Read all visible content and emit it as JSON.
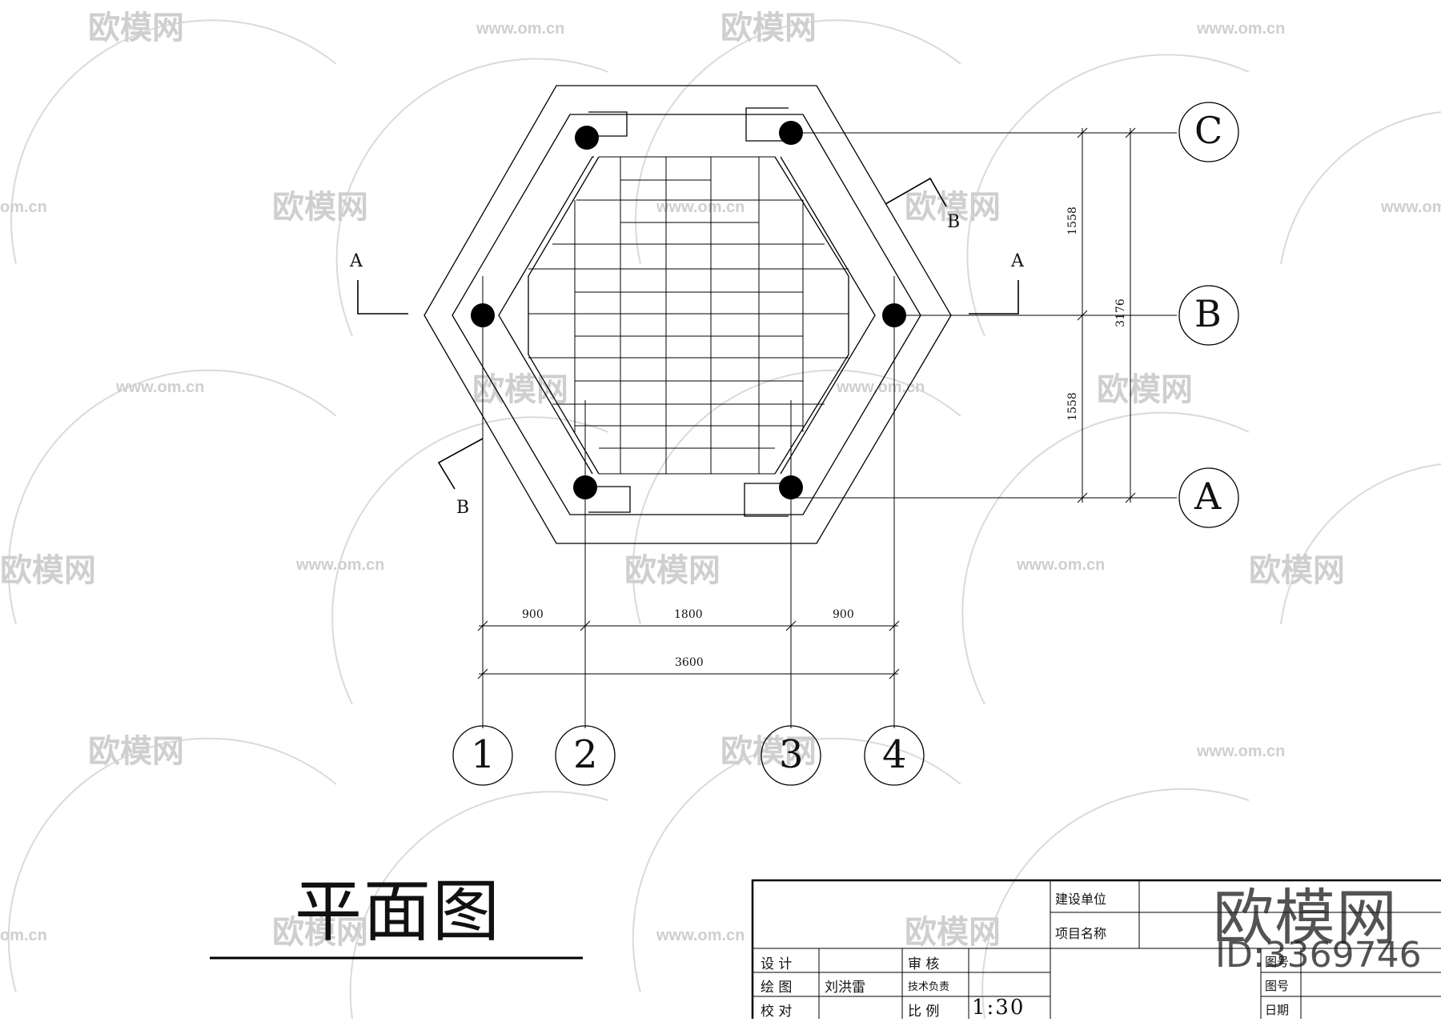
{
  "drawing": {
    "title": "平面图",
    "dimensions": {
      "bottom_row": [
        "900",
        "1800",
        "900"
      ],
      "bottom_total": "3600",
      "right_parts": [
        "1558",
        "1558"
      ],
      "right_total": "3176"
    },
    "axes": {
      "columns": [
        "1",
        "2",
        "3",
        "4"
      ],
      "rows": [
        "C",
        "B",
        "A"
      ]
    },
    "section_marks": {
      "a": "A",
      "b": "B"
    }
  },
  "title_block": {
    "client_label": "建设单位",
    "project_label": "项目名称",
    "design_label": "设 计",
    "review_label": "审 核",
    "draw_label": "绘 图",
    "draw_value": "刘洪雷",
    "tech_label": "技术负责",
    "check_label": "校 对",
    "scale_label": "比 例",
    "scale_value": "1:30",
    "sheet_label": "图号",
    "sheet_label_2": "图号",
    "date_label": "日期"
  },
  "watermark": {
    "brand": "欧模网",
    "site": "www.om.cn",
    "site_partial": "om.cn",
    "id": "ID:3369746"
  },
  "colors": {
    "line": "#000000",
    "watermark": "#c8c8c8"
  }
}
